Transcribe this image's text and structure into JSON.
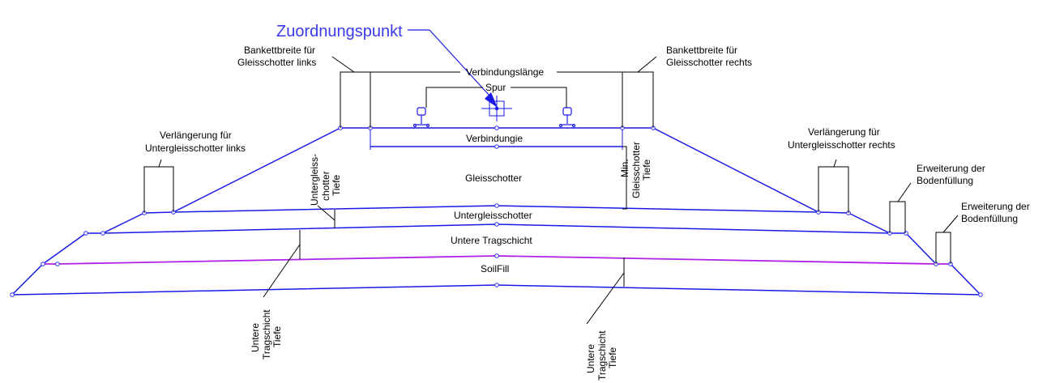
{
  "diagram": {
    "title": "Zuordnungspunkt",
    "colors": {
      "layer_line": "#1a1ae6",
      "highlight_line": "#b020e8",
      "dimension_line": "#000000",
      "title_text": "#3a3ae8"
    },
    "layers": {
      "gleisschotter": "Gleisschotter",
      "untergleisschotter": "Untergleisschotter",
      "untere_tragschicht": "Untere Tragschicht",
      "soilfill": "SoilFill"
    },
    "labels": {
      "verbindungslaenge": "Verbindungslänge",
      "spur": "Spur",
      "verbindungie": "Verbindungie",
      "bankett_links_1": "Bankettbreite für",
      "bankett_links_2": "Gleisschotter links",
      "bankett_rechts_1": "Bankettbreite für",
      "bankett_rechts_2": "Gleisschotter rechts",
      "verl_links_1": "Verlängerung für",
      "verl_links_2": "Untergleisschotter links",
      "verl_rechts_1": "Verlängerung für",
      "verl_rechts_2": "Untergleisschotter rechts",
      "erw1_1": "Erweiterung der",
      "erw1_2": "Bodenfüllung",
      "erw2_1": "Erweiterung der",
      "erw2_2": "Bodenfüllung",
      "ugs_tiefe_1": "Untergleiss-",
      "ugs_tiefe_2": "chotter",
      "ugs_tiefe_3": "Tiefe",
      "min_gs_1": "Min.",
      "min_gs_2": "Gleisschotter",
      "min_gs_3": "Tiefe",
      "ut_tiefe_l_1": "Untere",
      "ut_tiefe_l_2": "Tragschicht",
      "ut_tiefe_l_3": "Tiefe",
      "ut_tiefe_r_1": "Untere",
      "ut_tiefe_r_2": "Tragschicht",
      "ut_tiefe_r_3": "Tiefe"
    }
  }
}
